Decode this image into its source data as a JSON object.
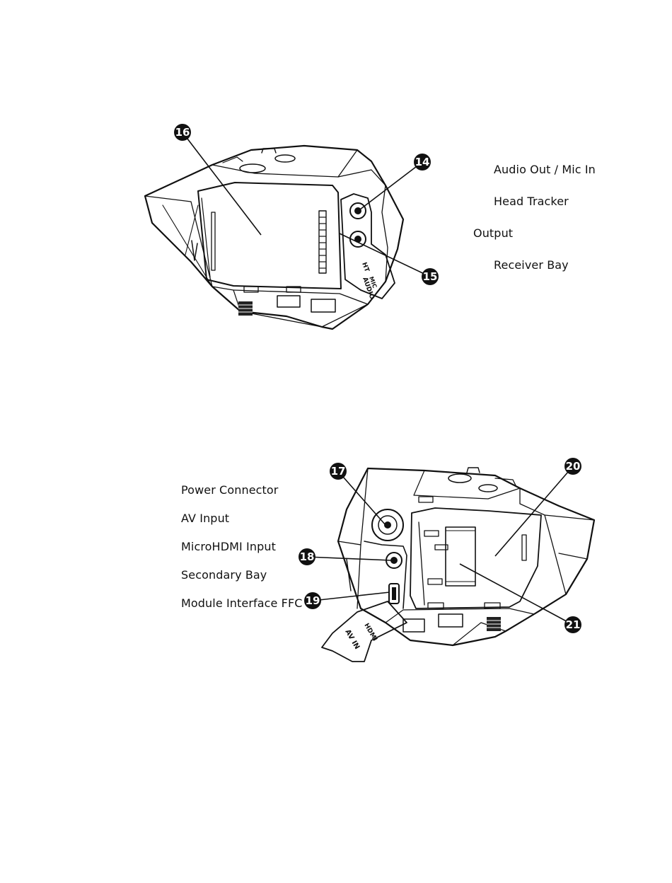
{
  "top_labels": {
    "audio": "Audio Out / Mic In",
    "head_tracker": "Head Tracker",
    "output": "Output",
    "receiver_bay": "Receiver Bay"
  },
  "bottom_labels": {
    "power": "Power Connector",
    "av_input": "AV Input",
    "microhdmi": "MicroHDMI Input",
    "secondary_bay": "Secondary Bay",
    "ffc": "Module Interface FFC"
  },
  "callouts": {
    "c14": "14",
    "c15": "15",
    "c16": "16",
    "c17": "17",
    "c18": "18",
    "c19": "19",
    "c20": "20",
    "c21": "21"
  },
  "port_text": {
    "ht": "HT",
    "mic": "MIC",
    "audio": "AUDIO",
    "hdmi": "HDMI",
    "av_in": "AV IN"
  }
}
